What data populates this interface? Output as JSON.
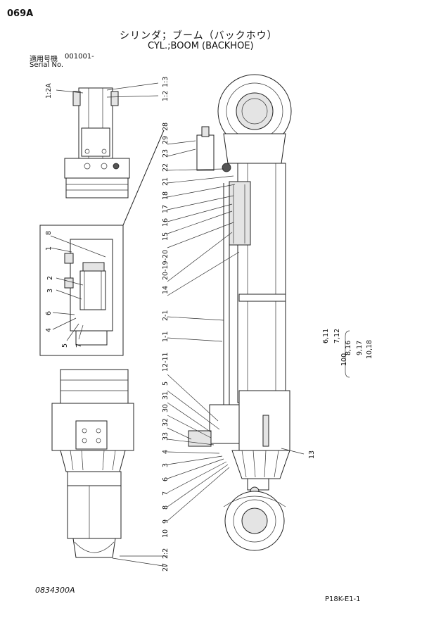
{
  "header": {
    "sheet_id": "069A",
    "title_jp": "シリンダ；ブーム（バックホウ）",
    "title_en": "CYL.;BOOM (BACKHOE)"
  },
  "serial": {
    "label_jp": "適用号機",
    "label_en": "Serial No.",
    "value": "001001-"
  },
  "callouts": {
    "left_top": [
      "1:2A"
    ],
    "top_right": [
      "1:3",
      "1:2"
    ],
    "upper_column": [
      "28",
      "29",
      "23",
      "22",
      "21",
      "18",
      "17",
      "16",
      "15",
      "20-19-20",
      "14",
      "2-1",
      "1-1",
      "12-11"
    ],
    "detail": [
      "8",
      "1",
      "2",
      "3",
      "6",
      "4",
      "5",
      "7"
    ],
    "lower_column": [
      "5",
      "31",
      "30",
      "32",
      "33",
      "4",
      "3",
      "6",
      "7",
      "8",
      "9",
      "10",
      "2:2",
      "27"
    ],
    "right_item": "13",
    "group": {
      "main": "100",
      "items": [
        "6,11",
        "7,12",
        "8,16",
        "9,17",
        "10,18"
      ]
    }
  },
  "footer": {
    "doc_no": "0834300A",
    "page_code": "P18K-E1-1"
  }
}
